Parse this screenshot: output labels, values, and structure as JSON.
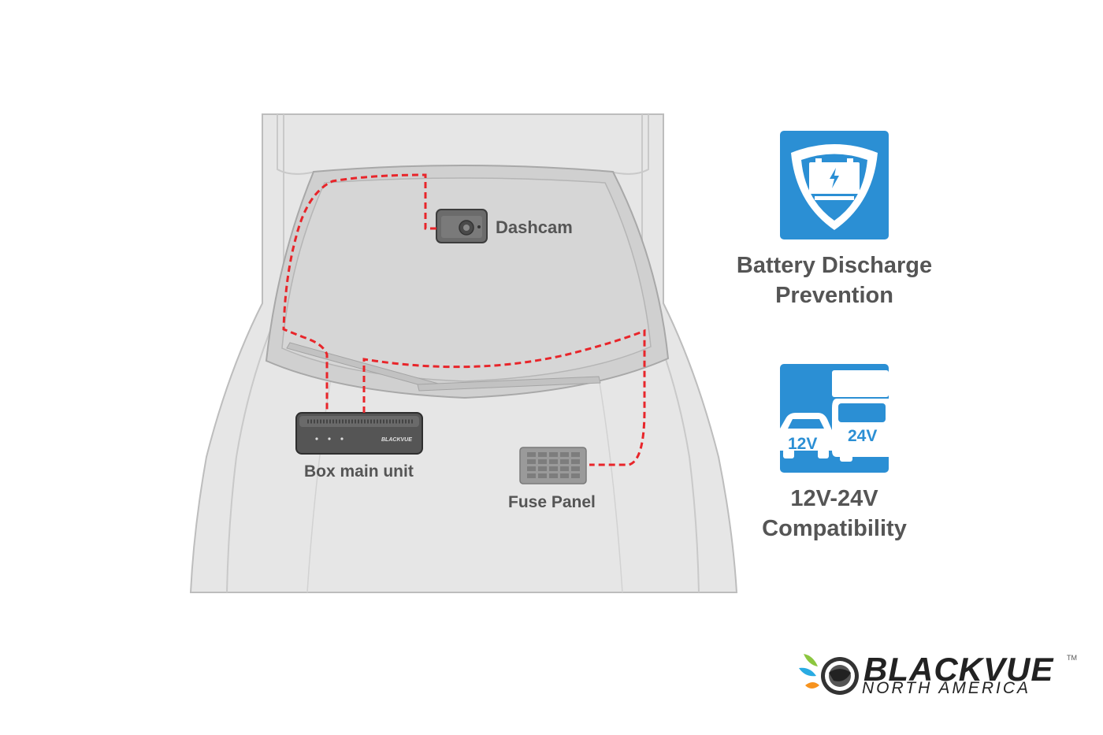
{
  "labels": {
    "dashcam": "Dashcam",
    "box_main_unit": "Box main unit",
    "fuse_panel": "Fuse Panel"
  },
  "box_unit_brand": "BLACKVUE",
  "features": [
    {
      "icon": "battery-shield-icon",
      "line1": "Battery Discharge",
      "line2": "Prevention"
    },
    {
      "icon": "vehicles-12v-24v-icon",
      "line1": "12V-24V",
      "line2": "Compatibility",
      "badge_small": "12V",
      "badge_large": "24V"
    }
  ],
  "logo": {
    "name": "BLACKVUE",
    "tm": "TM",
    "sub": "NORTH AMERICA"
  },
  "colors": {
    "accent": "#2b8fd4",
    "wire": "#e8252a",
    "car_fill": "#e6e6e6",
    "windshield": "#cfcfcf",
    "text": "#555555"
  }
}
